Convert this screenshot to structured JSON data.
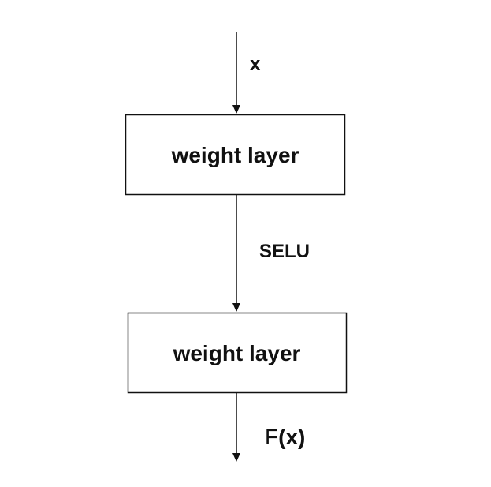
{
  "input_label": "x",
  "layers": [
    {
      "label": "weight layer"
    },
    {
      "label": "weight layer"
    }
  ],
  "activation_label": "SELU",
  "output_label": {
    "prefix": "F",
    "open": "(",
    "var": "x",
    "close": ")"
  }
}
